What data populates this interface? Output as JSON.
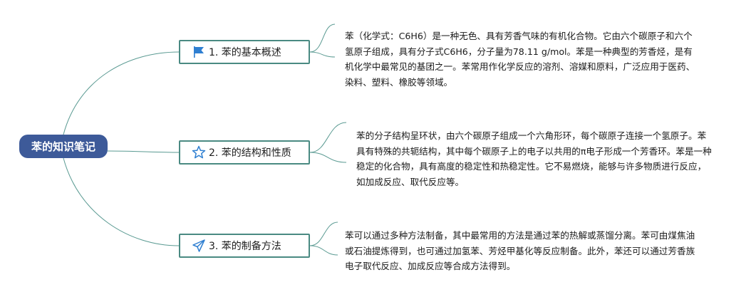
{
  "root": {
    "title": "苯的知识笔记"
  },
  "branches": [
    {
      "label": "1. 苯的基本概述",
      "icon": "flag-icon",
      "description": "苯（化学式：C6H6）是一种无色、具有芳香气味的有机化合物。它由六个碳原子和六个氢原子组成，具有分子式C6H6，分子量为78.11 g/mol。苯是一种典型的芳香烃，是有机化学中最常见的基团之一。苯常用作化学反应的溶剂、溶媒和原料，广泛应用于医药、染料、塑料、橡胶等领域。"
    },
    {
      "label": "2. 苯的结构和性质",
      "icon": "star-icon",
      "description": "苯的分子结构呈环状，由六个碳原子组成一个六角形环，每个碳原子连接一个氢原子。苯具有特殊的共轭结构，其中每个碳原子上的电子以共用的π电子形成一个芳香环。苯是一种稳定的化合物，具有高度的稳定性和热稳定性。它不易燃烧，能够与许多物质进行反应，如加成反应、取代反应等。"
    },
    {
      "label": "3. 苯的制备方法",
      "icon": "send-icon",
      "description": "苯可以通过多种方法制备，其中最常用的方法是通过苯的热解或蒸馏分离。苯可由煤焦油或石油提炼得到，也可通过加氢苯、芳烃甲基化等反应制备。此外，苯还可以通过芳香族电子取代反应、加成反应等合成方法得到。"
    }
  ],
  "colors": {
    "root_fill": "#3d5a99",
    "branch_border": "#4a8a82",
    "connector": "#5a9a92",
    "icon_blue": "#2f7fd1"
  }
}
